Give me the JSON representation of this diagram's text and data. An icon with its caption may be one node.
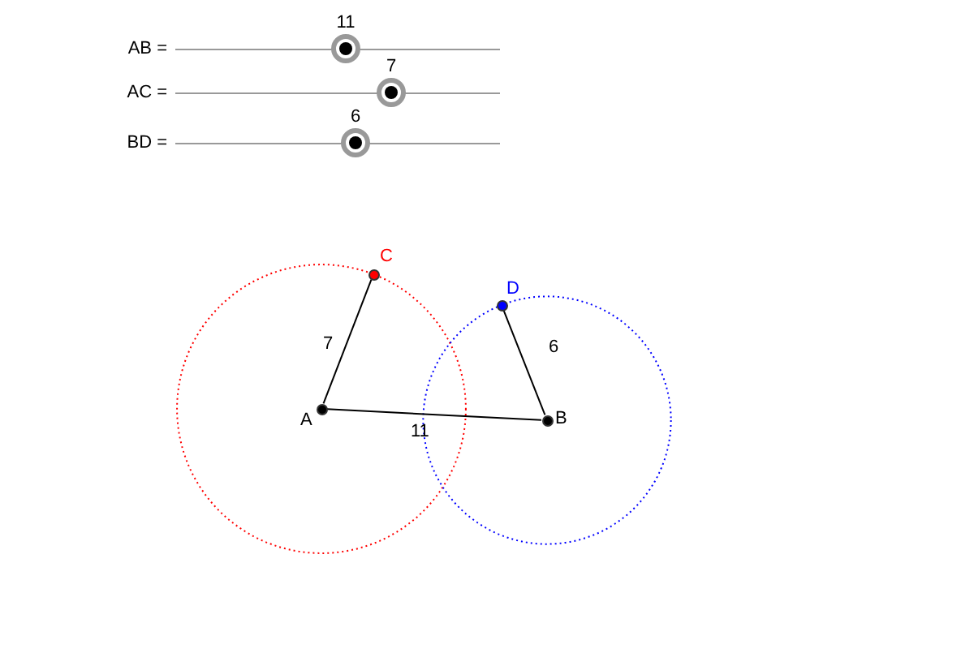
{
  "diagram": {
    "nodes": [
      {
        "text": [
          "A"
        ]
      },
      {
        "text": [
          "B"
        ]
      },
      {
        "text": [
          "C"
        ]
      },
      {
        "text": [
          "D"
        ]
      }
    ],
    "edges": [
      {
        "from": 0,
        "to": 2,
        "arrow": "none",
        "label": "7"
      },
      {
        "from": 0,
        "to": 1,
        "arrow": "none",
        "label": "11"
      },
      {
        "from": 1,
        "to": 3,
        "arrow": "none",
        "label": "6"
      }
    ],
    "labels": [
      "AB =",
      "11",
      "AC =",
      "7",
      "BD =",
      "6"
    ]
  }
}
